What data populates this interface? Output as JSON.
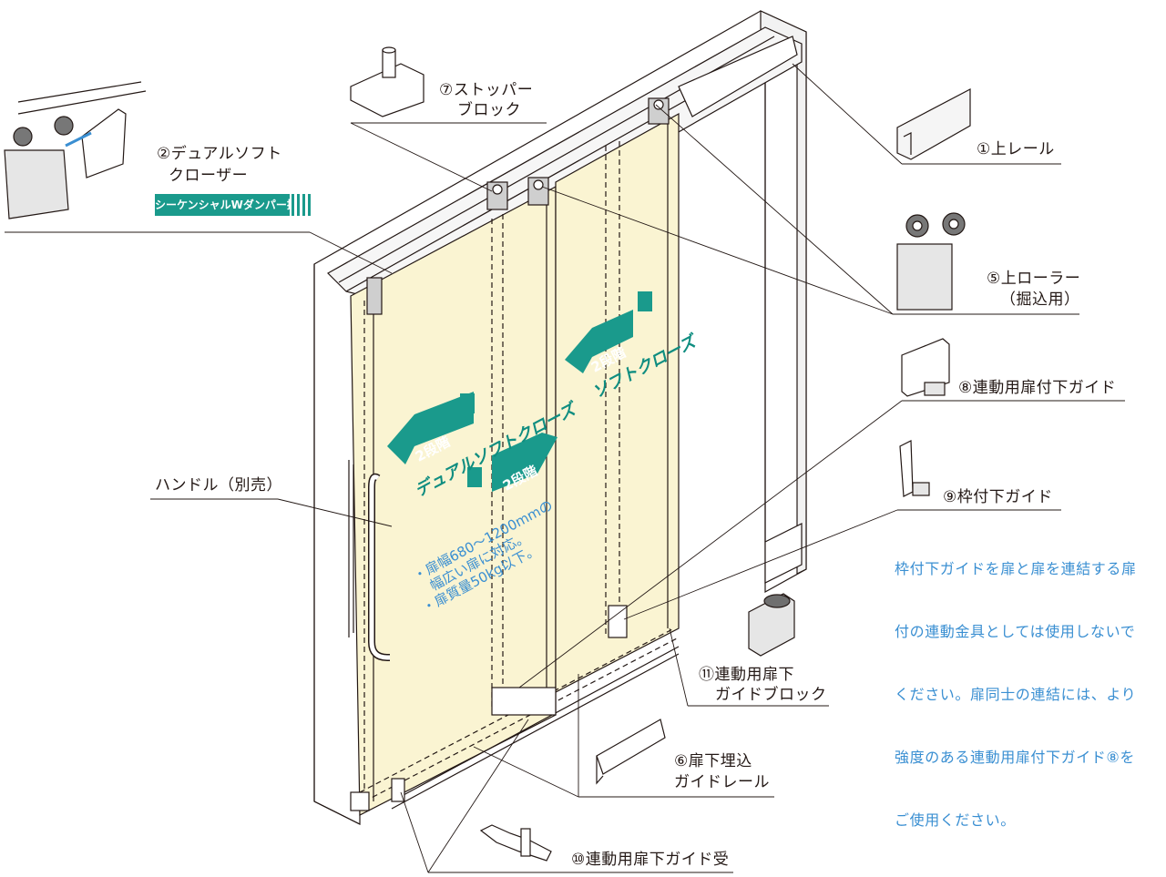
{
  "parts": {
    "p1": "①上レール",
    "p2_line1": "②デュアルソフト",
    "p2_line2": "クローザー",
    "p2_badge": "シーケンシャルWダンパー搭載",
    "p5_line1": "⑤上ローラー",
    "p5_line2": "（掘込用）",
    "p6_line1": "⑥扉下埋込",
    "p6_line2": "ガイドレール",
    "p7_line1": "⑦ストッパー",
    "p7_line2": "ブロック",
    "p8": "⑧連動用扉付下ガイド",
    "p9": "⑨枠付下ガイド",
    "p10": "⑩連動用扉下ガイド受",
    "p11_line1": "⑪連動用扉下",
    "p11_line2": "ガイドブロック",
    "handle": "ハンドル（別売）"
  },
  "note": {
    "lines": [
      "枠付下ガイドを扉と扉を連結する扉",
      "付の連動金具としては使用しないで",
      "ください。扉同士の連結には、より",
      "強度のある連動用扉付下ガイド⑧を",
      "ご使用ください。"
    ]
  },
  "door_left": {
    "stage_badge": "2段階",
    "title": "デュアルソフトクローズ",
    "stage_badge2": "2段階",
    "spec1": "・扉幅680～1200mmの",
    "spec1b": "  幅広い扉に対応。",
    "spec2": "・扉質量50kg以下。"
  },
  "door_right": {
    "stage_badge": "2段階",
    "title": "ソフトクローズ"
  },
  "colors": {
    "panel": "#faf4d2",
    "line": "#231815",
    "accent_teal": "#1a9a8c",
    "note_blue": "#3a8fd2"
  }
}
